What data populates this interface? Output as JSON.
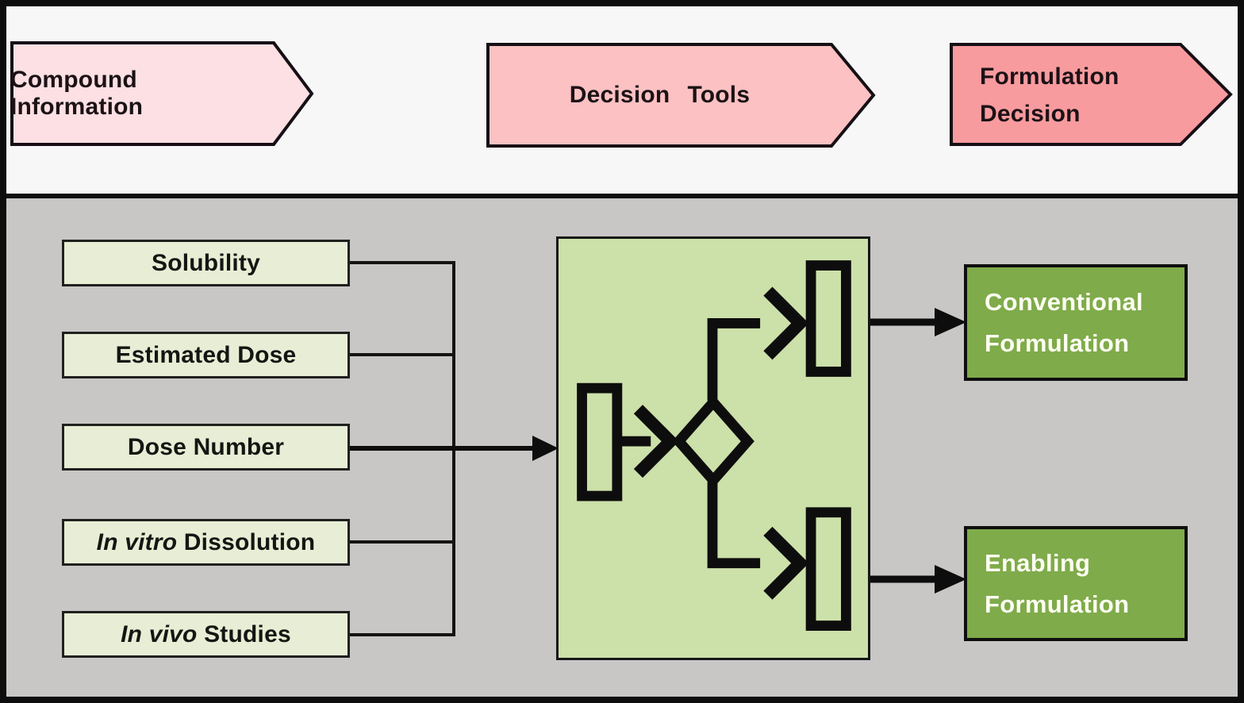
{
  "title": "Formulation decision workflow diagram",
  "stages": [
    {
      "label": "Compound Information"
    },
    {
      "label": "Decision Tools"
    },
    {
      "label": "Formulation Decision"
    }
  ],
  "inputs": [
    {
      "pre": "",
      "label": "Solubility"
    },
    {
      "pre": "",
      "label": "Estimated Dose"
    },
    {
      "pre": "",
      "label": "Dose Number"
    },
    {
      "pre": "In vitro ",
      "label": "Dissolution"
    },
    {
      "pre": "In vivo ",
      "label": "Studies"
    }
  ],
  "decision_panel": {
    "icon": "decision-tree-icon"
  },
  "outputs": [
    {
      "line1": "Conventional",
      "line2": "Formulation"
    },
    {
      "line1": "Enabling",
      "line2": "Formulation"
    }
  ],
  "colors": {
    "stage1_fill": "#fce0e3",
    "stage2_fill": "#fcc1c2",
    "stage3_fill": "#f89b9f",
    "input_box_fill": "#e7eed5",
    "decision_panel_fill": "#cce0a9",
    "output_box_fill": "#7fab4a",
    "output_text": "#fdfdf2",
    "top_band_bg": "#f7f7f8",
    "work_area_bg": "#c8c7c6",
    "line_black": "#0d0d0d"
  }
}
